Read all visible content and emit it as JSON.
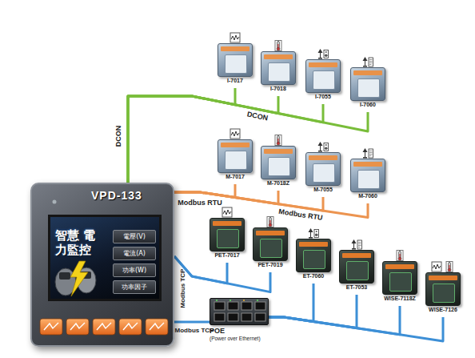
{
  "diagram": {
    "nodes": [
      {
        "text": [
          "VPD-133"
        ]
      },
      {
        "text": [
          "智慧 電力監控"
        ],
        "in": 0
      },
      {
        "text": [
          "電壓(V)"
        ],
        "in": 1
      },
      {
        "text": [
          "電流(A)"
        ],
        "in": 1
      },
      {
        "text": [
          "功率(W)"
        ],
        "in": 1
      },
      {
        "text": [
          "功率因子"
        ],
        "in": 1
      },
      {
        "text": [
          "I-7017"
        ]
      },
      {
        "text": [
          "I-7018"
        ]
      },
      {
        "text": [
          "I-7055"
        ]
      },
      {
        "text": [
          "I-7060"
        ]
      },
      {
        "text": [
          "M-7017"
        ]
      },
      {
        "text": [
          "M-7018Z"
        ]
      },
      {
        "text": [
          "M-7055"
        ]
      },
      {
        "text": [
          "M-7060"
        ]
      },
      {
        "text": [
          "PET-7017"
        ]
      },
      {
        "text": [
          "PET-7019"
        ]
      },
      {
        "text": [
          "POE",
          "(Power over Ethernet)"
        ]
      },
      {
        "text": [
          "ET-7060"
        ]
      },
      {
        "text": [
          "ET-7053"
        ]
      },
      {
        "text": [
          "WISE-7118Z"
        ]
      },
      {
        "text": [
          "WISE-7126"
        ]
      }
    ],
    "edges": [
      {
        "from": 0,
        "to": 6,
        "arrow": "none"
      },
      {
        "from": 0,
        "to": 7,
        "arrow": "none"
      },
      {
        "from": 0,
        "to": 8,
        "arrow": "none"
      },
      {
        "from": 0,
        "to": 9,
        "arrow": "none"
      },
      {
        "from": 0,
        "to": 10,
        "arrow": "none"
      },
      {
        "from": 0,
        "to": 11,
        "arrow": "none"
      },
      {
        "from": 0,
        "to": 12,
        "arrow": "none"
      },
      {
        "from": 0,
        "to": 13,
        "arrow": "none"
      },
      {
        "from": 0,
        "to": 14,
        "arrow": "none"
      },
      {
        "from": 0,
        "to": 15,
        "arrow": "none"
      },
      {
        "from": 0,
        "to": 16,
        "arrow": "none"
      },
      {
        "from": 16,
        "to": 17,
        "arrow": "none"
      },
      {
        "from": 16,
        "to": 18,
        "arrow": "none"
      },
      {
        "from": 16,
        "to": 19,
        "arrow": "none"
      },
      {
        "from": 16,
        "to": 20,
        "arrow": "none"
      }
    ],
    "labels": [
      "DCON",
      "DCON",
      "Modbus RTU",
      "Modbus RTU",
      "Modbus TCP",
      "Modbus TCP"
    ]
  }
}
